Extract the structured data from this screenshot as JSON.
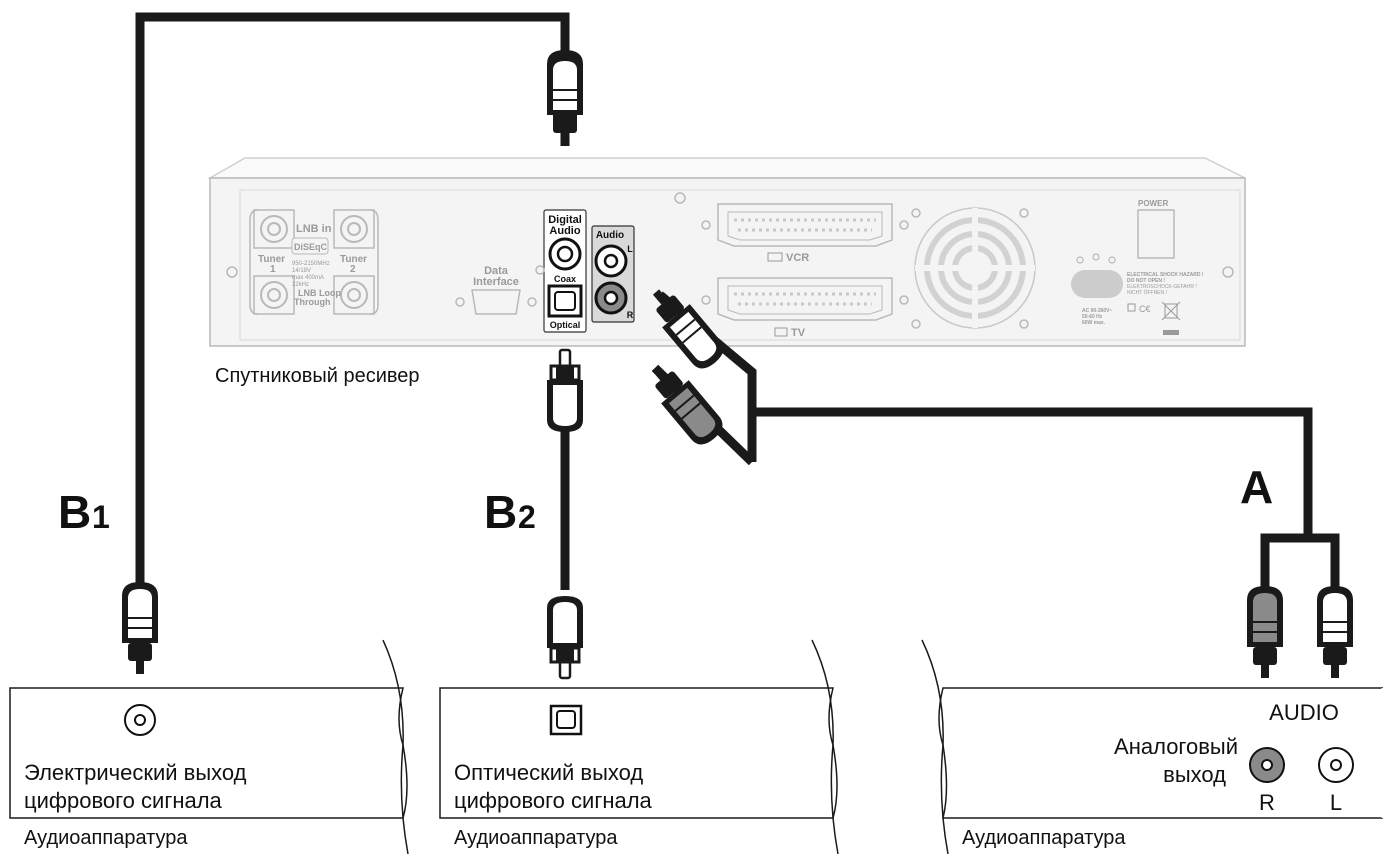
{
  "colors": {
    "cable": "#1a1a1a",
    "plug_light": "#ffffff",
    "plug_dark": "#8a8a8a",
    "panel_fill": "#f4f4f4",
    "panel_stroke": "#b9b9b9",
    "text": "#111111",
    "panel_text": "#9a9a9a"
  },
  "receiver": {
    "caption": "Спутниковый ресивер",
    "lnb_in": "LNB in",
    "tuner1": "Tuner",
    "tuner1_num": "1",
    "tuner2": "Tuner",
    "tuner2_num": "2",
    "diseqc": "DiSEqC",
    "spec1": "950-2150MHz",
    "spec2": "14/18V",
    "spec3": "max 400mA",
    "spec4": "22kHz",
    "lnb_loop1": "LNB Loop",
    "lnb_loop2": "Through",
    "data_interface1": "Data",
    "data_interface2": "Interface",
    "digital_audio1": "Digital",
    "digital_audio2": "Audio",
    "coax": "Coax",
    "optical": "Optical",
    "audio": "Audio",
    "audio_l": "L",
    "audio_r": "R",
    "vcr": "VCR",
    "tv": "TV",
    "power": "POWER",
    "warn1": "ELECTRICAL SHOCK HAZARD !",
    "warn2": "DO NOT OPEN !",
    "warn3": "ELEKTROSCHOCK-GEFAHR !",
    "warn4": "NICHT ÖFFNEN !",
    "ac1": "AC 90-260V~",
    "ac2": "50-60 Hz",
    "ac3": "60W max."
  },
  "labels": {
    "b1": "B",
    "b1_sub": "1",
    "b2": "B",
    "b2_sub": "2",
    "a": "A"
  },
  "devices": {
    "left": {
      "output_line1": "Электрический выход",
      "output_line2": "цифрового сигнала",
      "caption": "Аудиоаппаратура"
    },
    "middle": {
      "output_line1": "Оптический выход",
      "output_line2": "цифрового сигнала",
      "caption": "Аудиоаппаратура"
    },
    "right": {
      "audio_title": "AUDIO",
      "analog_line1": "Аналоговый",
      "analog_line2": "выход",
      "jack_r": "R",
      "jack_l": "L",
      "caption": "Аудиоаппаратура"
    }
  }
}
